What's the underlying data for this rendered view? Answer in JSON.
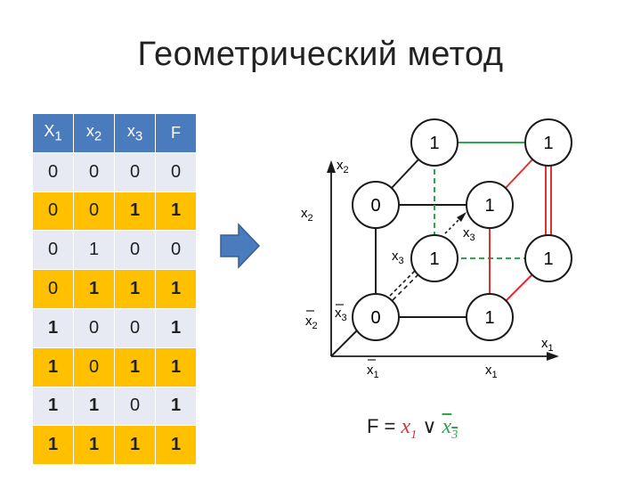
{
  "title": "Геометрический метод",
  "table": {
    "headers": [
      "X1",
      "x2",
      "x3",
      "F"
    ],
    "rows": [
      [
        "0",
        "0",
        "0",
        "0"
      ],
      [
        "0",
        "0",
        "1",
        "1"
      ],
      [
        "0",
        "1",
        "0",
        "0"
      ],
      [
        "0",
        "1",
        "1",
        "1"
      ],
      [
        "1",
        "0",
        "0",
        "1"
      ],
      [
        "1",
        "0",
        "1",
        "1"
      ],
      [
        "1",
        "1",
        "0",
        "1"
      ],
      [
        "1",
        "1",
        "1",
        "1"
      ]
    ]
  },
  "cube": {
    "nodes": {
      "top_back_left": "1",
      "top_back_right": "1",
      "top_front_left": "0",
      "top_front_right": "1",
      "bottom_back_left": "1",
      "bottom_back_right": "1",
      "bottom_front_left": "0",
      "bottom_front_right": "1"
    },
    "labels": {
      "x2_axis": "x2",
      "x1_axis": "x1",
      "x2_side": "x2",
      "x2_bar_side": "x2",
      "x1_bar_bottom": "x1",
      "x1_bottom": "x1",
      "x3_inner": "x3",
      "x3_mid": "x3",
      "x3_bar": "x3"
    },
    "colors": {
      "red": "#e03030",
      "green": "#2aa84a",
      "black": "#1a1a1a"
    }
  },
  "formula": {
    "lhs": "F =",
    "x1": "x1",
    "op": "∨",
    "x3": "x3"
  }
}
